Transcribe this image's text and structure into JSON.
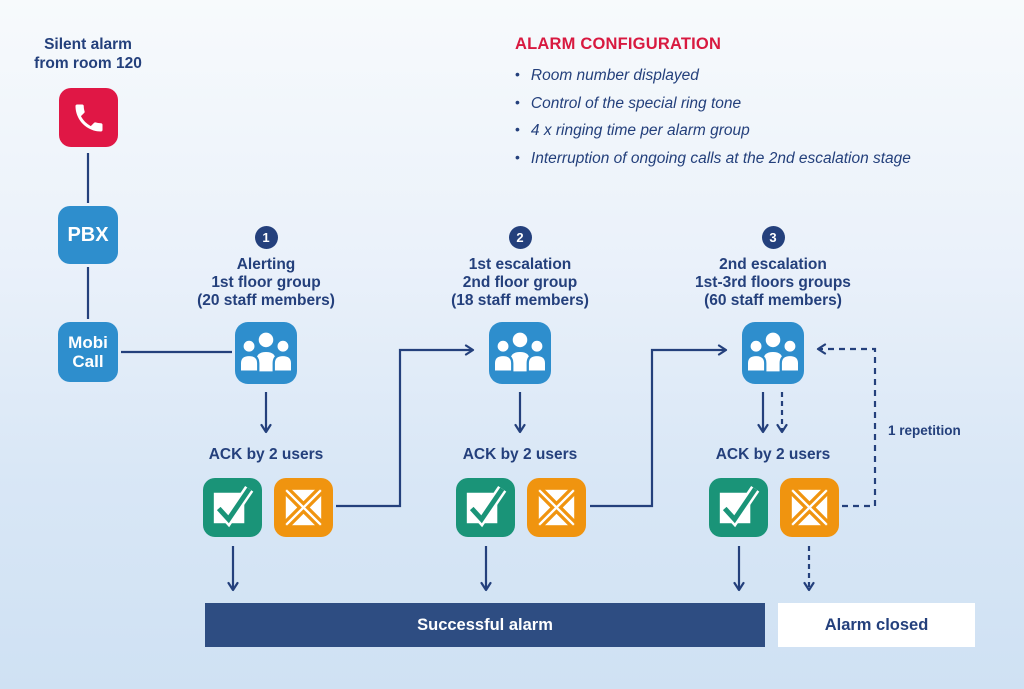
{
  "colors": {
    "navy_text": "#24407c",
    "bar_navy": "#2e4d82",
    "tile_blue": "#2e8ecd",
    "phone_red": "#e01745",
    "title_red": "#d81940",
    "ack_green": "#1a9478",
    "ack_orange": "#f0940f"
  },
  "source": {
    "label_line1": "Silent alarm",
    "label_line2": "from room 120"
  },
  "nodes": {
    "pbx": "PBX",
    "mobicall_line1": "Mobi",
    "mobicall_line2": "Call"
  },
  "config": {
    "title": "ALARM CONFIGURATION",
    "bullet": "•",
    "items": [
      "Room number displayed",
      "Control of the special ring tone",
      "4 x ringing time per alarm group",
      "Interruption of ongoing calls at the 2nd escalation stage"
    ]
  },
  "stages": [
    {
      "number": "1",
      "line1": "Alerting",
      "line2": "1st floor group",
      "line3": "(20 staff members)",
      "ack": "ACK by 2 users"
    },
    {
      "number": "2",
      "line1": "1st escalation",
      "line2": "2nd floor group",
      "line3": "(18 staff members)",
      "ack": "ACK by 2 users"
    },
    {
      "number": "3",
      "line1": "2nd escalation",
      "line2": "1st-3rd floors groups",
      "line3": "(60 staff members)",
      "ack": "ACK by 2 users"
    }
  ],
  "repetition_label": "1 repetition",
  "results": {
    "success": "Successful alarm",
    "closed": "Alarm closed"
  }
}
